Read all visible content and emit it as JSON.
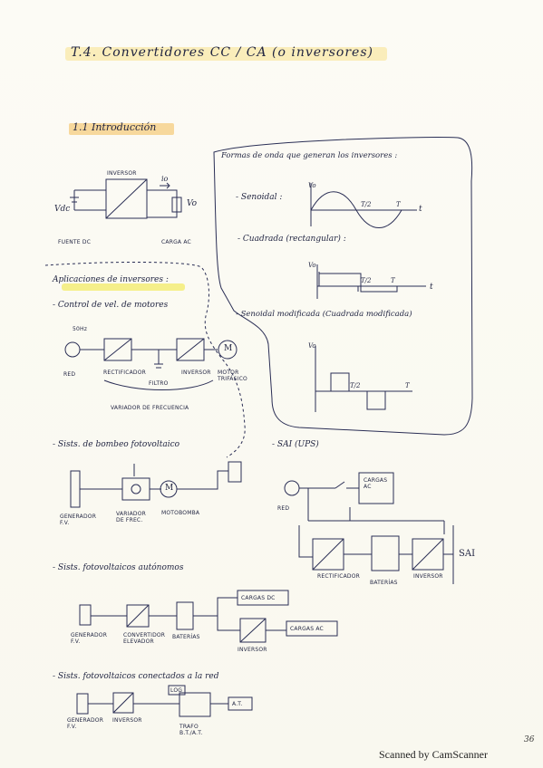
{
  "page": {
    "title": "T.4. Convertidores CC / CA (o inversores)",
    "section": "1.1 Introducción",
    "page_number": "36",
    "footer": "Scanned by CamScanner"
  },
  "intro_diagram": {
    "inverter_label": "INVERSOR",
    "vdc": "Vdc",
    "vo": "Vo",
    "io": "io",
    "source_label": "FUENTE DC",
    "load_label": "CARGA AC"
  },
  "waveforms": {
    "heading": "Formas de onda que generan los inversores :",
    "sinusoidal": "- Senoidal :",
    "square": "- Cuadrada (rectangular) :",
    "modified": "- Senoidal modificada (Cuadrada modificada)",
    "vo": "Vo",
    "t": "t",
    "t_half": "T/2",
    "t_full": "T"
  },
  "applications": {
    "heading": "Aplicaciones de inversores :",
    "motor_control": {
      "title": "- Control de vel. de motores",
      "red": "RED",
      "freq": "50Hz",
      "rectifier": "RECTIFICADOR",
      "filter": "FILTRO",
      "inverter": "INVERSOR",
      "motor_label": "MOTOR TRIFÁSICO",
      "vfd": "VARIADOR DE FRECUENCIA",
      "motor": "M"
    },
    "pumping": {
      "title": "- Sists. de bombeo fotovoltaico",
      "generator": "GENERADOR F.V.",
      "vfd": "VARIADOR DE FREC.",
      "motopump": "MOTOBOMBA",
      "motor": "M"
    },
    "ups": {
      "title": "- SAI (UPS)",
      "red": "RED",
      "loads": "CARGAS AC",
      "rectifier": "RECTIFICADOR",
      "batteries": "BATERÍAS",
      "inverter": "INVERSOR",
      "sai": "SAI"
    },
    "autonomous": {
      "title": "- Sists. fotovoltaicos autónomos",
      "generator": "GENERADOR F.V.",
      "converter": "CONVERTIDOR ELEVADOR",
      "batteries": "BATERÍAS",
      "inverter": "INVERSOR",
      "loads_dc": "CARGAS DC",
      "loads_ac": "CARGAS AC"
    },
    "grid": {
      "title": "- Sists. fotovoltaicos conectados a la red",
      "generator": "GENERADOR F.V.",
      "inverter": "INVERSOR",
      "box": "LOG",
      "trafo": "TRAFO B.T./A.T.",
      "at": "A.T."
    }
  }
}
